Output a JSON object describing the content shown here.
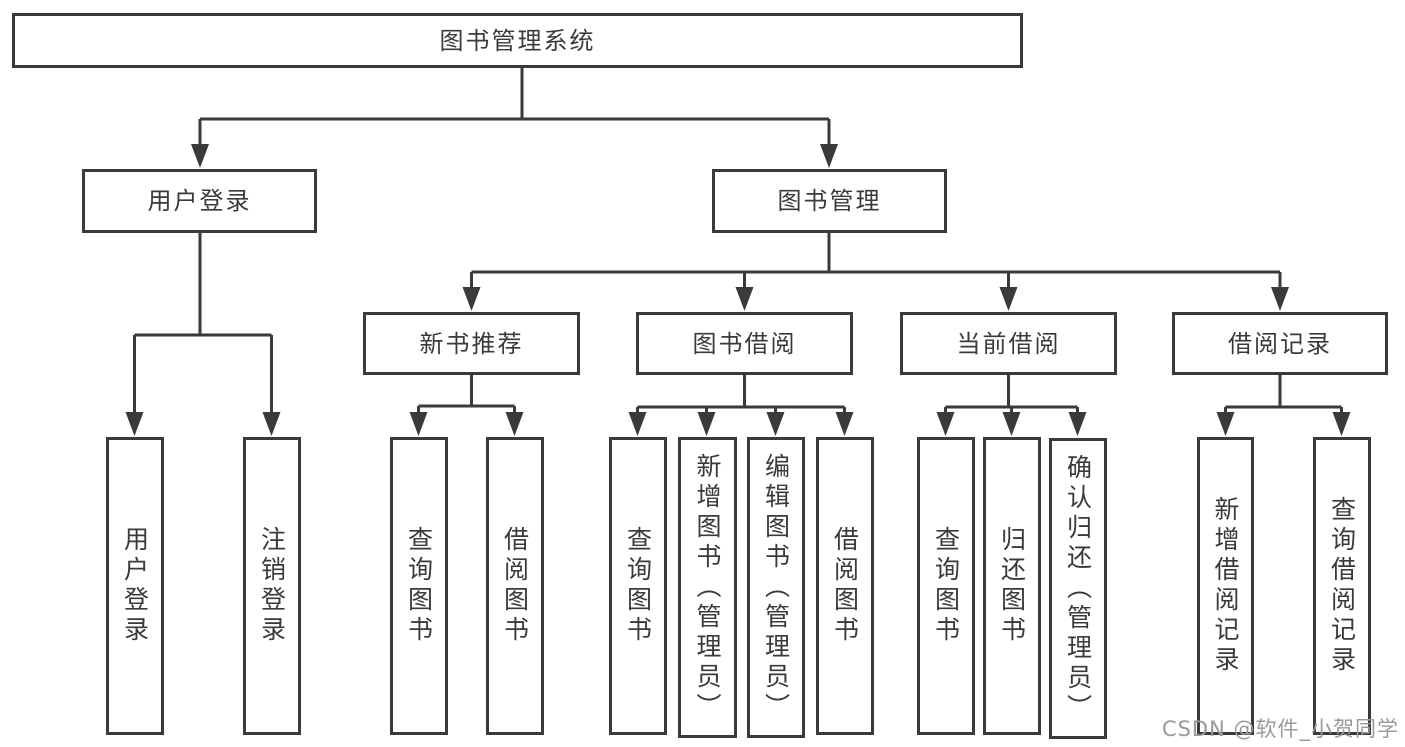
{
  "tree": {
    "label": "图书管理系统",
    "children": [
      {
        "label": "用户登录",
        "children": [
          {
            "label": "用户登录"
          },
          {
            "label": "注销登录"
          }
        ]
      },
      {
        "label": "图书管理",
        "children": [
          {
            "label": "新书推荐",
            "children": [
              {
                "label": "查询图书"
              },
              {
                "label": "借阅图书"
              }
            ]
          },
          {
            "label": "图书借阅",
            "children": [
              {
                "label": "查询图书"
              },
              {
                "label": "新增图书（管理员）"
              },
              {
                "label": "编辑图书（管理员）"
              },
              {
                "label": "借阅图书"
              }
            ]
          },
          {
            "label": "当前借阅",
            "children": [
              {
                "label": "查询图书"
              },
              {
                "label": "归还图书"
              },
              {
                "label": "确认归还（管理员）"
              }
            ]
          },
          {
            "label": "借阅记录",
            "children": [
              {
                "label": "新增借阅记录"
              },
              {
                "label": "查询借阅记录"
              }
            ]
          }
        ]
      }
    ]
  },
  "watermark": "CSDN @软件_小贺同学",
  "colors": {
    "line": "#3a3a3a",
    "text": "#3a3a3a",
    "watermark": "#9a9a9a",
    "background": "#ffffff"
  }
}
